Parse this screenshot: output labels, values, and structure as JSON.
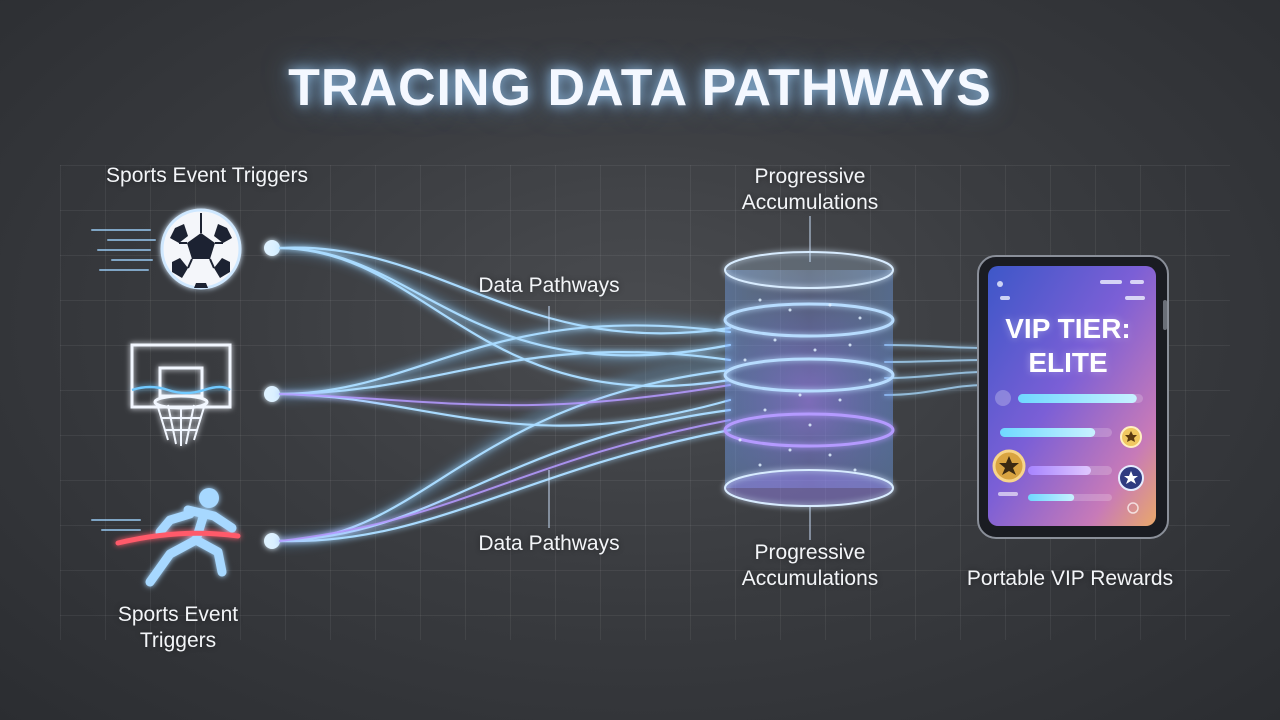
{
  "title": "TRACING DATA PATHWAYS",
  "labels": {
    "triggers_top": "Sports Event Triggers",
    "triggers_bottom_line1": "Sports Event",
    "triggers_bottom_line2": "Triggers",
    "pathways_top": "Data Pathways",
    "pathways_bottom": "Data Pathways",
    "accum_top_line1": "Progressive",
    "accum_top_line2": "Accumulations",
    "accum_bottom_line1": "Progressive",
    "accum_bottom_line2": "Accumulations",
    "rewards": "Portable VIP Rewards"
  },
  "phone": {
    "tier_line1": "VIP TIER:",
    "tier_line2": "ELITE",
    "progress": [
      0.95,
      0.85,
      0.75,
      0.55
    ]
  },
  "icons": [
    "soccer-ball-icon",
    "basketball-hoop-icon",
    "runner-icon",
    "database-cylinder-icon",
    "tablet-icon",
    "star-badge-icon"
  ],
  "colors": {
    "background": "#37393d",
    "pathway_blue": "#8fd0ff",
    "pathway_purple": "#a58cff",
    "phone_gradient": [
      "#3d57c8",
      "#7b5fd6",
      "#c77ab8",
      "#e9a86a"
    ]
  }
}
